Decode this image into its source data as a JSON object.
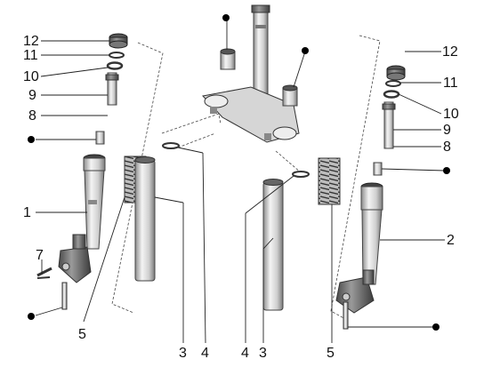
{
  "diagram": {
    "labels": {
      "l1": "1",
      "l2": "2",
      "l3a": "3",
      "l3b": "3",
      "l4a": "4",
      "l4b": "4",
      "l5a": "5",
      "l5b": "5",
      "l7": "7",
      "l8a": "8",
      "l8b": "8",
      "l9a": "9",
      "l9b": "9",
      "l10a": "10",
      "l10b": "10",
      "l11a": "11",
      "l11b": "11",
      "l12a": "12",
      "l12b": "12"
    },
    "colors": {
      "line": "#222222",
      "tube_light": "#f2f2f2",
      "tube_shade": "#9a9a9a",
      "part_dark": "#5a5a5a",
      "bullet": "#000000"
    }
  }
}
